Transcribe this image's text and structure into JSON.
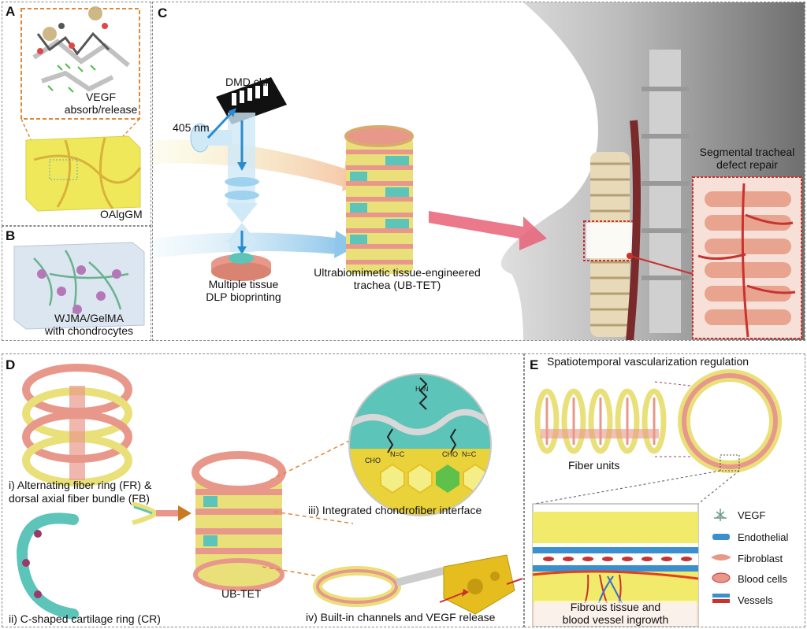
{
  "panels": {
    "A": {
      "label": "A",
      "vegf_line1": "VEGF",
      "vegf_line2": "absorb/release",
      "material": "OAlgGM"
    },
    "B": {
      "label": "B",
      "line1": "WJMA/GelMA",
      "line2": "with chondrocytes"
    },
    "C": {
      "label": "C",
      "dmd": "DMD chip",
      "wavelength": "405 nm",
      "bio_line1": "Multiple tissue",
      "bio_line2": "DLP bioprinting",
      "ub_line1": "Ultrabiomimetic tissue-engineered",
      "ub_line2": "trachea (UB-TET)",
      "seg_line1": "Segmental tracheal",
      "seg_line2": "defect repair"
    },
    "D": {
      "label": "D",
      "fr_line1": "i) Alternating fiber ring (FR) &",
      "fr_line2": "dorsal axial fiber bundle (FB)",
      "cr": "ii) C-shaped cartilage ring (CR)",
      "ubtet": "UB-TET",
      "interface": "iii) Integrated chondrofiber interface",
      "channels": "iv) Built-in channels and VEGF release",
      "chem": {
        "h2n": "H₂N",
        "cho1": "CHO",
        "n1": "N=C",
        "cho2": "CHO",
        "n2": "N=C"
      }
    },
    "E": {
      "label": "E",
      "title": "Spatiotemporal vascularization regulation",
      "fiber_units": "Fiber units",
      "ingrowth_line1": "Fibrous tissue and",
      "ingrowth_line2": "blood vessel ingrowth",
      "legend": [
        {
          "label": "VEGF",
          "icon": "vegf-icon"
        },
        {
          "label": "Endothelial",
          "icon": "endothelial-icon"
        },
        {
          "label": "Fibroblast",
          "icon": "fibroblast-icon"
        },
        {
          "label": "Blood cells",
          "icon": "blood-cell-icon"
        },
        {
          "label": "Vessels",
          "icon": "vessels-icon"
        }
      ]
    }
  },
  "colors": {
    "fiber_pink": "#e8988a",
    "fiber_yellow": "#e9e07a",
    "cartilage_teal": "#5cc4b8",
    "hydrogel_yellow": "#efe85a",
    "blood_red": "#c8322f",
    "light_blue": "#8fd3ef",
    "orange_dash": "#e0883a"
  }
}
